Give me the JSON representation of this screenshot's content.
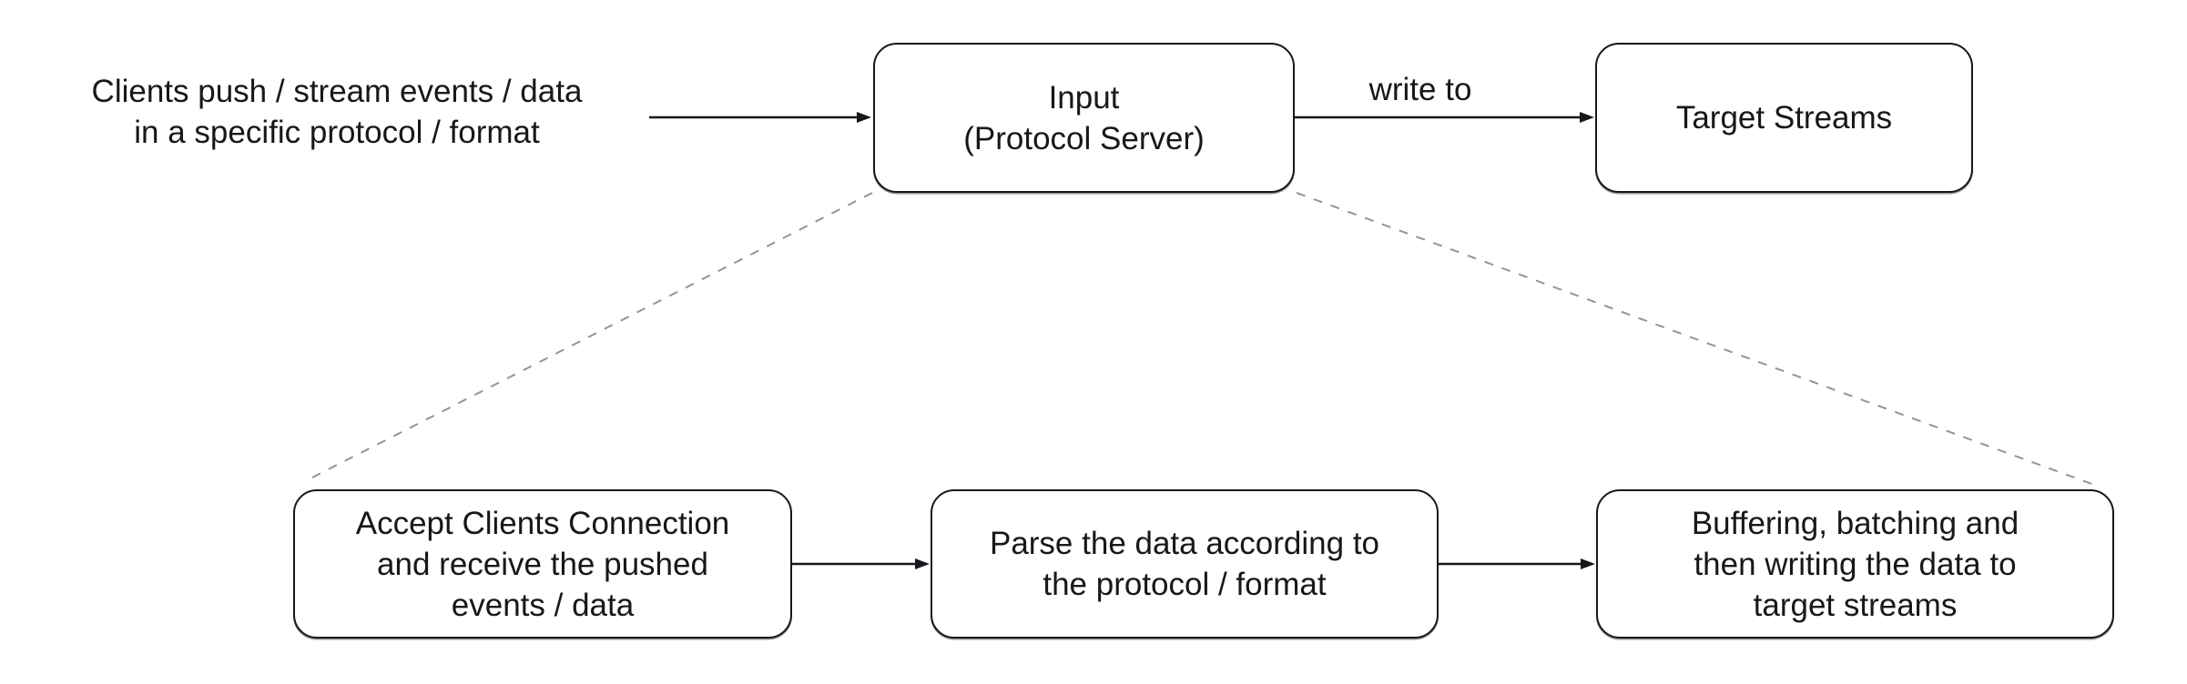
{
  "diagram": {
    "nodes": {
      "clients_note": {
        "lines": [
          "Clients push / stream events / data",
          "in a specific protocol / format"
        ]
      },
      "input": {
        "lines": [
          "Input",
          "(Protocol Server)"
        ]
      },
      "target_streams": {
        "lines": [
          "Target Streams"
        ]
      },
      "accept": {
        "lines": [
          "Accept Clients Connection",
          "and receive the pushed",
          "events / data"
        ]
      },
      "parse": {
        "lines": [
          "Parse the data according to",
          "the protocol / format"
        ]
      },
      "buffer": {
        "lines": [
          "Buffering, batching and",
          "then writing the data to",
          "target streams"
        ]
      }
    },
    "edges": [
      {
        "from": "clients-note",
        "to": "input",
        "label": "",
        "style": "solid-arrow"
      },
      {
        "from": "input",
        "to": "target-streams",
        "label": "write to",
        "style": "solid-arrow"
      },
      {
        "from": "accept",
        "to": "parse",
        "label": "",
        "style": "solid-arrow"
      },
      {
        "from": "parse",
        "to": "buffer",
        "label": "",
        "style": "solid-arrow"
      },
      {
        "from": "input",
        "to": "accept",
        "label": "",
        "style": "dashed"
      },
      {
        "from": "input",
        "to": "buffer",
        "label": "",
        "style": "dashed"
      }
    ],
    "colors": {
      "background": "#ffffff",
      "stroke": "#17171c",
      "dashed_stroke": "#949494",
      "text": "#17171c"
    }
  }
}
